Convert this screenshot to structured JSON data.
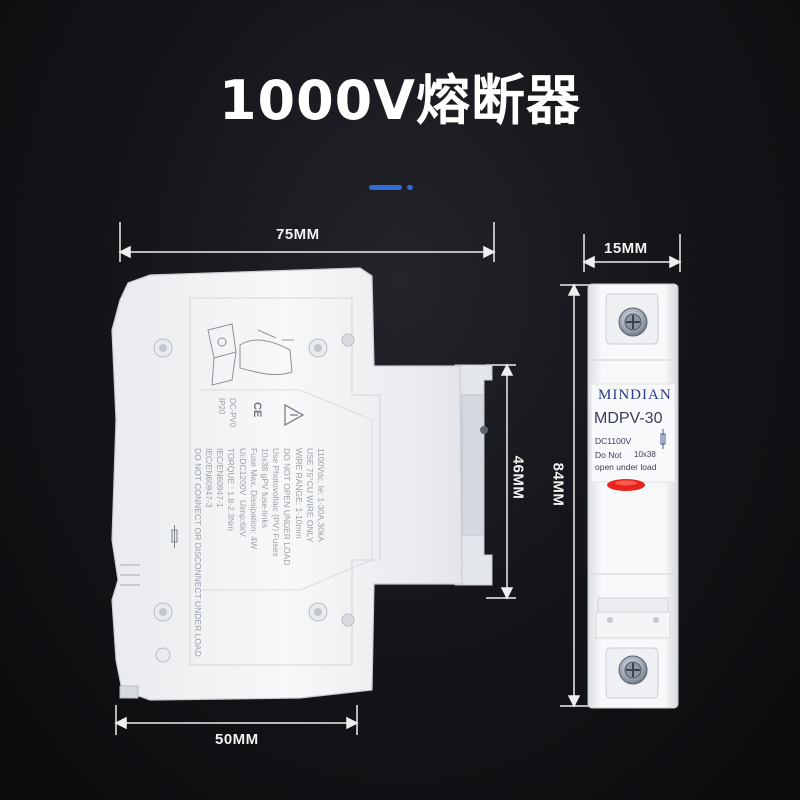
{
  "title": "1000V熔断器",
  "colors": {
    "accent": "#2f6bd6",
    "background": "#111214",
    "device_body": "#f4f5f7",
    "indicator": "#e8231c",
    "brand_text": "#2a3b8c"
  },
  "dimensions": {
    "width_top": "75MM",
    "width_bottom": "50MM",
    "height_side": "46MM",
    "front_width": "15MM",
    "front_height": "84MM"
  },
  "front_label": {
    "brand": "MINDIAN",
    "model": "MDPV-30",
    "voltage": "DC1100V",
    "size": "10x38",
    "warning_line1": "Do Not",
    "warning_line2": "open under load"
  },
  "side_label": {
    "lines": [
      "1100Vdc, Ie: 1-30A,30kA",
      "USE 75°CU WIRE ONLY",
      "WIRE RANGE: 1-10mm",
      "DO NOT OPEN UNDER LOAD",
      "Use Photovoltaic (PV) Fuses",
      "10x38 gPV fuse-links",
      "Fuse Max. Dissipation: 4W",
      "Ui:DC1200V  Uimp:6kV",
      "TORQUE : 1.8-2.3Nm",
      "IEC/EN60947-1",
      "IEC/EN60947-3",
      "DO NOT CONNECT OR DISCONNECT UNDER LOAD"
    ],
    "marks": "DC-PV0\nIP20"
  },
  "icons": {
    "ce_mark": "ce-mark-icon",
    "warning_triangle": "warning-triangle-icon",
    "screw": "screw-icon",
    "indicator_light": "indicator-light-icon"
  }
}
